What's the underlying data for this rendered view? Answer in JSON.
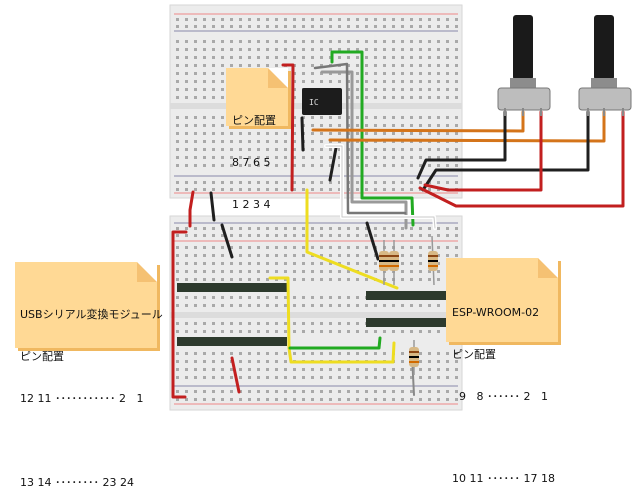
{
  "notes": {
    "ic": {
      "title": "ピン配置",
      "row1": "8 7 6 5",
      "row2": "1 2 3 4"
    },
    "usb": {
      "title1": "USBシリアル変換モジュール",
      "title2": "ピン配置",
      "row1": "12 11 ･･･････････ 2   1",
      "row2": "13 14 ････････ 23 24"
    },
    "esp": {
      "title1": "ESP-WROOM-02",
      "title2": "ピン配置",
      "row1": "  9   8 ･･････ 2   1",
      "row2": "10 11 ･･････ 17 18"
    }
  },
  "ic_label": "IC",
  "colors": {
    "breadboard": "#e9e9e9",
    "rail_red": "#e06060",
    "rail_blue": "#6d7fd6",
    "wire_red": "#c21f1f",
    "wire_black": "#1f1f1f",
    "wire_green": "#22aa22",
    "wire_orange": "#d4741a",
    "wire_white": "#f5f5f5",
    "wire_yellow": "#eedd20",
    "wire_gray": "#8a8a8a",
    "note": "#ffd995"
  }
}
